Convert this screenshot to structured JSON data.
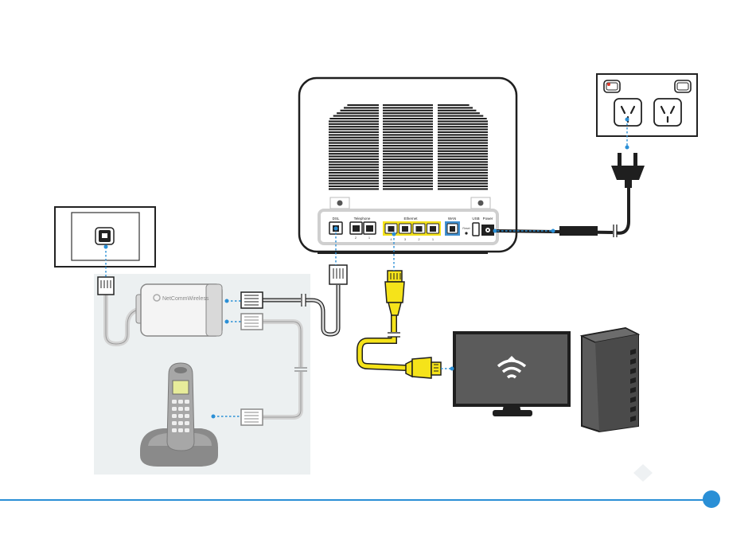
{
  "router": {
    "port_labels": {
      "dsl": "DSL",
      "telephone": "Telephone",
      "ethernet": "Ethernet",
      "wan": "WAN",
      "usb": "USB",
      "power": "Power"
    },
    "telephone_port_numbers": [
      "2",
      "1"
    ],
    "ethernet_port_numbers": [
      "4",
      "3",
      "2",
      "1"
    ],
    "reset_label": "Reset"
  },
  "filter_device": {
    "brand_label": "NetCommWireless"
  },
  "colors": {
    "accent_blue": "#2a8fd6",
    "cable_yellow": "#f5e31a",
    "cable_grey": "#d3d3d3",
    "device_outline": "#1f1f1f",
    "panel_bg": "#ecf0f1",
    "wan_port_blue": "#3f8fd0",
    "monitor_grey": "#5b5b5b"
  }
}
